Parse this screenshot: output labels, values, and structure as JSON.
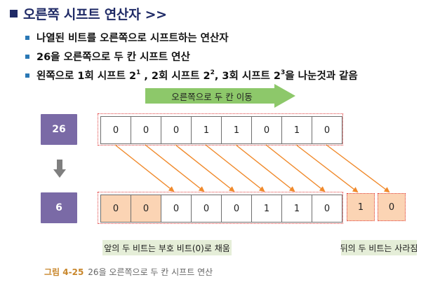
{
  "title": "오른쪽 시프트 연산자 >>",
  "bullets": [
    "나열된 비트를 오른쪽으로 시프트하는 연산자",
    "26을 오른쪽으로 두 칸 시프트 연산",
    {
      "parts": [
        "왼쪽으로 1회 시프트 2",
        "1",
        " , 2회 시프트 2",
        "2",
        ", 3회 시프트 2",
        "3",
        "을 나눈것과 같음"
      ]
    }
  ],
  "arrow_label": "오른쪽으로 두 칸 이동",
  "values": {
    "top": "26",
    "bottom": "6"
  },
  "bits_top": [
    "0",
    "0",
    "0",
    "1",
    "1",
    "0",
    "1",
    "0"
  ],
  "bits_bottom": [
    "0",
    "0",
    "0",
    "0",
    "0",
    "1",
    "1",
    "0"
  ],
  "filled_bottom": [
    true,
    true,
    false,
    false,
    false,
    false,
    false,
    false
  ],
  "dropped_bits": [
    "1",
    "0"
  ],
  "notes": {
    "left": "앞의 두 비트는 부호 비트(0)로 채움",
    "right": "뒤의 두 비트는 사라짐"
  },
  "caption": {
    "number": "그림 4-25",
    "text": "26을 오른쪽으로 두 칸 시프트 연산"
  },
  "colors": {
    "title": "#1f2a66",
    "bullet_mark": "#2a78b5",
    "badge": "#7a6aa6",
    "fill_bits": "#fbd4b4",
    "dotted_frame": "#e14040",
    "shift_arrows": "#f08a2c",
    "green_arrow": "#8dc86a",
    "note_bg": "#e5eed8"
  },
  "icons": {
    "shift_direction": "right-arrow-icon",
    "result": "down-arrow-icon"
  }
}
